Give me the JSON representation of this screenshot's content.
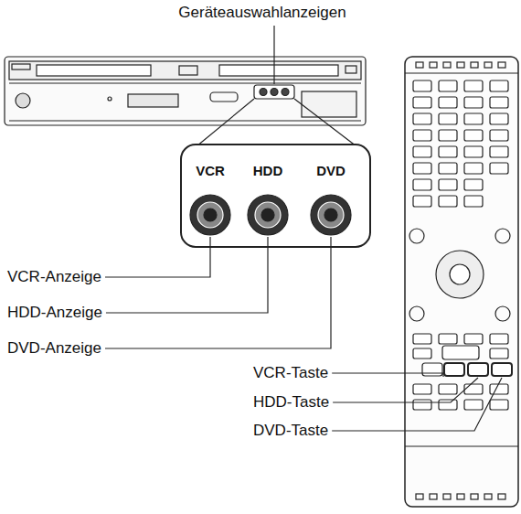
{
  "diagram": {
    "labels": [
      "Geräteauswahlanzeigen",
      "VCR",
      "HDD",
      "DVD",
      "VCR-Anzeige",
      "HDD-Anzeige",
      "DVD-Anzeige",
      "VCR-Taste",
      "HDD-Taste",
      "DVD-Taste"
    ]
  }
}
